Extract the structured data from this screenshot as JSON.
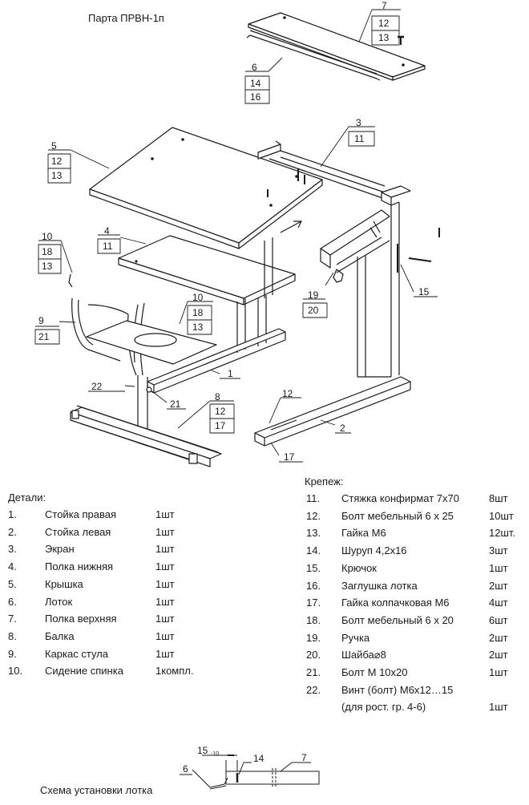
{
  "title": "Парта ПРВН-1п",
  "callouts": [
    {
      "label": "7",
      "refs": [
        "12",
        "13"
      ]
    },
    {
      "label": "6",
      "refs": [
        "14",
        "16"
      ]
    },
    {
      "label": "3",
      "refs": [
        "11"
      ]
    },
    {
      "label": "5",
      "refs": [
        "12",
        "13"
      ]
    },
    {
      "label": "4",
      "refs": [
        "11"
      ]
    },
    {
      "label": "10",
      "refs": [
        "18",
        "13"
      ]
    },
    {
      "label": "10",
      "refs": [
        "18",
        "13"
      ]
    },
    {
      "label": "9",
      "refs": [
        "21"
      ]
    },
    {
      "label": "19",
      "refs": [
        "20"
      ]
    },
    {
      "label": "15",
      "refs": []
    },
    {
      "label": "1",
      "refs": []
    },
    {
      "label": "22",
      "refs": []
    },
    {
      "label": "21",
      "refs": []
    },
    {
      "label": "8",
      "refs": [
        "12",
        "17"
      ]
    },
    {
      "label": "12",
      "refs": []
    },
    {
      "label": "2",
      "refs": []
    },
    {
      "label": "17",
      "refs": []
    }
  ],
  "parts": {
    "heading": "Детали:",
    "items": [
      {
        "num": "1.",
        "name": "Стойка правая",
        "qty": "1шт"
      },
      {
        "num": "2.",
        "name": "Стойка левая",
        "qty": "1шт"
      },
      {
        "num": "3.",
        "name": "Экран",
        "qty": "1шт"
      },
      {
        "num": "4.",
        "name": "Полка нижняя",
        "qty": "1шт"
      },
      {
        "num": "5.",
        "name": "Крышка",
        "qty": "1шт"
      },
      {
        "num": "6.",
        "name": "Лоток",
        "qty": "1шт"
      },
      {
        "num": "7.",
        "name": "Полка верхняя",
        "qty": "1шт"
      },
      {
        "num": "8.",
        "name": "Балка",
        "qty": "1шт"
      },
      {
        "num": "9.",
        "name": "Каркас стула",
        "qty": "1шт"
      },
      {
        "num": "10.",
        "name": "Сидение спинка",
        "qty": "1компл."
      }
    ]
  },
  "fasteners": {
    "heading": "Крепеж:",
    "items": [
      {
        "num": "11.",
        "name": "Стяжка конфирмат 7х70",
        "qty": "8шт"
      },
      {
        "num": "12.",
        "name": "Болт мебельный 6 х 25",
        "qty": "10шт"
      },
      {
        "num": "13.",
        "name": "Гайка М6",
        "qty": "12шт."
      },
      {
        "num": "14.",
        "name": "Шуруп 4,2х16",
        "qty": "3шт"
      },
      {
        "num": "15.",
        "name": "Крючок",
        "qty": "1шт"
      },
      {
        "num": "16.",
        "name": "Заглушка лотка",
        "qty": "2шт"
      },
      {
        "num": "17.",
        "name": "Гайка колпачковая М6",
        "qty": "4шт"
      },
      {
        "num": "18.",
        "name": "Болт мебельный 6 х 20",
        "qty": "6шт"
      },
      {
        "num": "19.",
        "name": "Ручка",
        "qty": "2шт"
      },
      {
        "num": "20.",
        "name": "Шайба⌀8",
        "qty": "2шт"
      },
      {
        "num": "21.",
        "name": "Болт М 10х20",
        "qty": "1шт"
      },
      {
        "num": "22.",
        "name": "Винт (болт) М6х12…15",
        "qty": ""
      },
      {
        "num": "",
        "name": "(для рост. гр. 4-6)",
        "qty": "1шт"
      }
    ]
  },
  "tray_scheme": {
    "caption": "Схема установки лотка",
    "dimension": "15",
    "dimension_sub": "-10",
    "label_a": "14",
    "label_b": "7",
    "label_c": "6"
  }
}
